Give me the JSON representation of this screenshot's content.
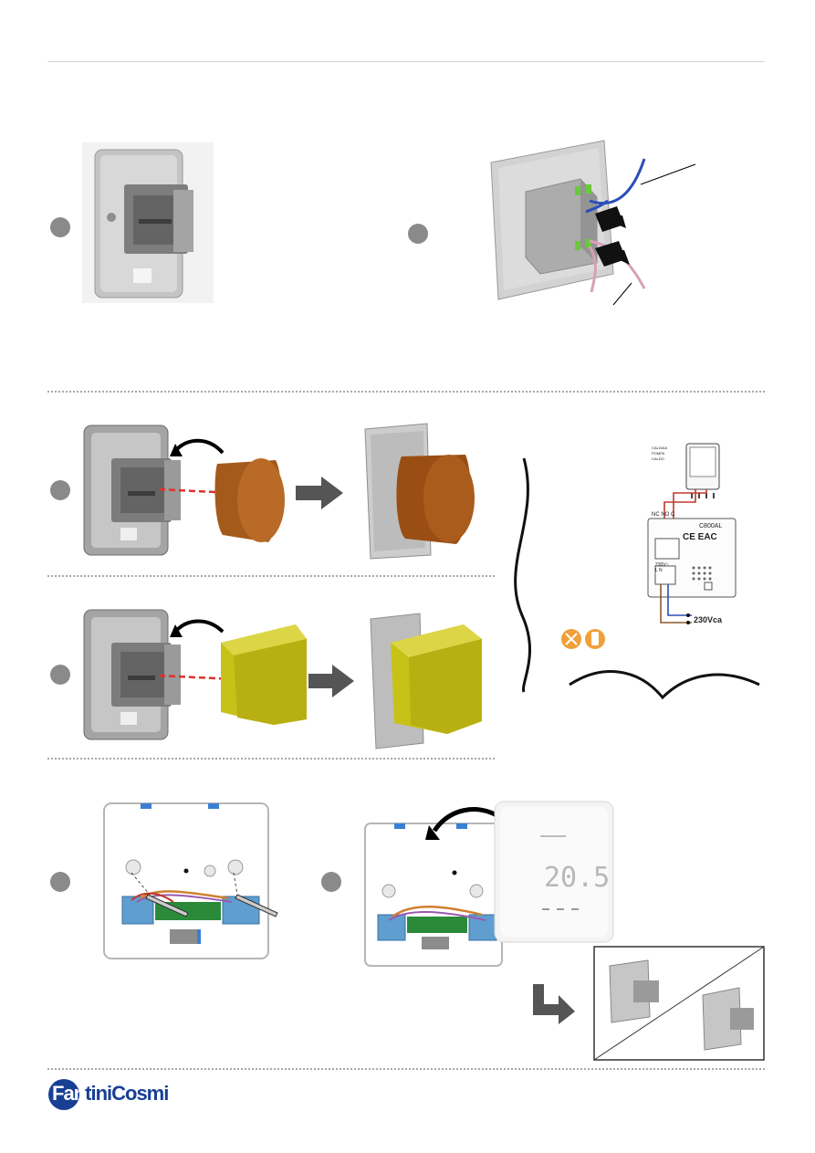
{
  "brand": {
    "part1": "Fan",
    "part2": "tiniCosmi"
  },
  "wiring": {
    "terminals_top": "NC NO C",
    "device_model": "C800AL",
    "cert_marks": "CE EAC",
    "supply_block_label": "230V~",
    "supply_terminals": "L  N",
    "supply_label": "230Vca",
    "boiler_labels": [
      "CALDAIA",
      "POMPA",
      "CALDO"
    ]
  },
  "thermostat_display": {
    "temperature": "20.5"
  },
  "colors": {
    "wood": "#a45a1a",
    "cube": "#c8c218",
    "arrow_gray": "#555555",
    "brand_blue": "#173f94",
    "accent_orange": "#f0a03a",
    "wire_red": "#c0392b",
    "wire_blue": "#2a4db8",
    "wire_brown": "#8b5a2b"
  }
}
